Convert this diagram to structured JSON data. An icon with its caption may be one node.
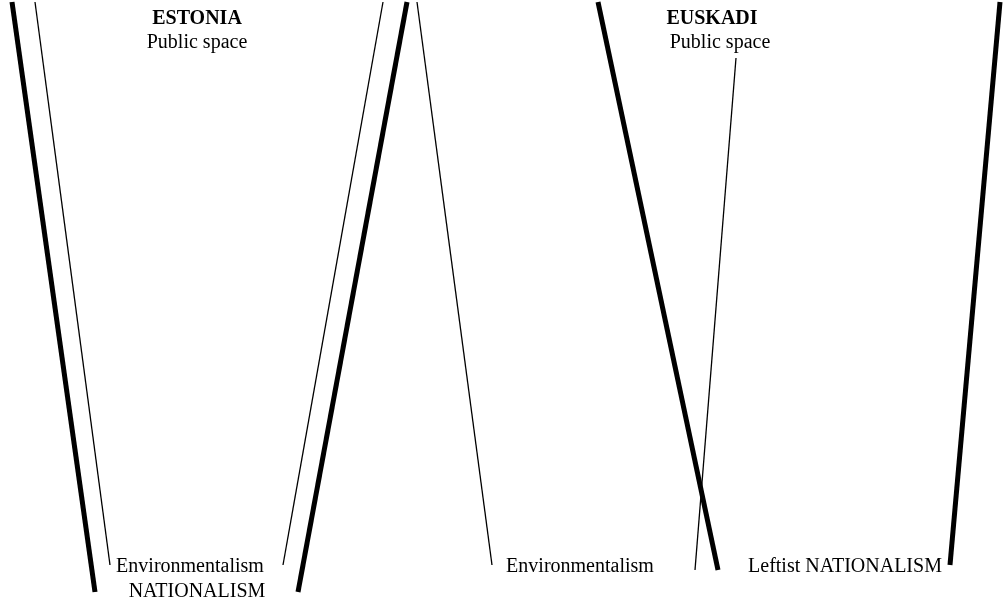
{
  "diagram": {
    "labels": [
      "ESTONIA",
      "Public space",
      "EUSKADI",
      "Public space",
      "Environmentalism",
      "Environmentalism",
      "Leftist NATIONALISM",
      "NATIONALISM"
    ]
  }
}
